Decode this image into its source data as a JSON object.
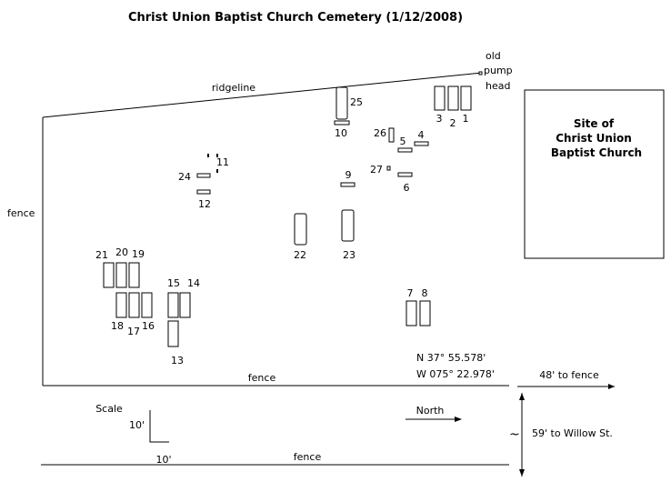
{
  "title": "Christ Union Baptist Church Cemetery (1/12/2008)",
  "church_label": [
    "Site of",
    "Christ Union",
    "Baptist Church"
  ],
  "ridgeline_label": "ridgeline",
  "pump_label": [
    "old",
    "pump",
    "head"
  ],
  "fence_label": "fence",
  "coordinates": {
    "lat": "N 37° 55.578'",
    "lon": "W 075° 22.978'"
  },
  "north_label": "North",
  "distance_fence": "48' to fence",
  "distance_street": "59' to Willow St.",
  "tilde": "~",
  "scale": {
    "label": "Scale",
    "vertical": "10'",
    "horizontal": "10'"
  },
  "graves": [
    "1",
    "2",
    "3",
    "4",
    "5",
    "6",
    "7",
    "8",
    "9",
    "10",
    "11",
    "12",
    "13",
    "14",
    "15",
    "16",
    "17",
    "18",
    "19",
    "20",
    "21",
    "22",
    "23",
    "24",
    "25",
    "26",
    "27"
  ]
}
